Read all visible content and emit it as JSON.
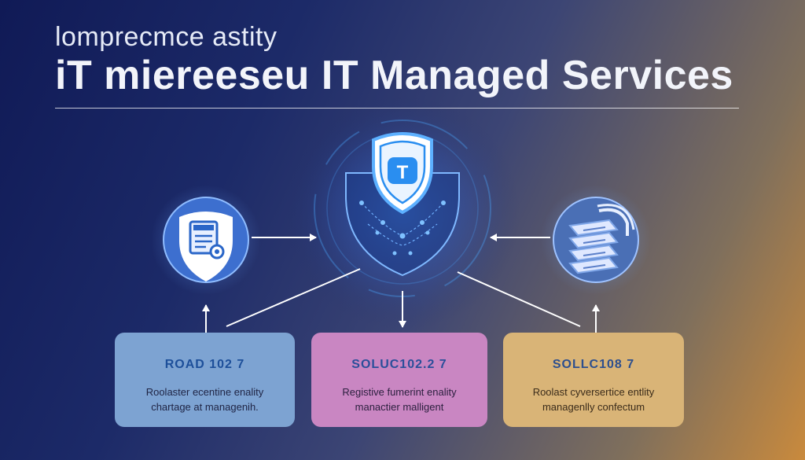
{
  "header": {
    "title_small": "lomprecmce astity",
    "title_big": "iT miereeseu IT Managed Services"
  },
  "center_shield": {
    "letter": "T"
  },
  "cards": [
    {
      "title": "ROAD 102 7",
      "line1": "Roolaster ecentine enality",
      "line2": "chartage at managenih."
    },
    {
      "title": "SOLUC102.2 7",
      "line1": "Registive fumerint enality",
      "line2": "manactier malligent"
    },
    {
      "title": "SOLLC108 7",
      "line1": "Roolast cyversertice entlity",
      "line2": "managenlly confectum"
    }
  ],
  "colors": {
    "accent_blue": "#4aa8ff",
    "card_blue": "#7da3d2",
    "card_pink": "#c986c2",
    "card_gold": "#d9b477"
  },
  "icons": [
    "shield-icon",
    "document-gear-icon",
    "server-stack-icon",
    "network-node-icon"
  ]
}
